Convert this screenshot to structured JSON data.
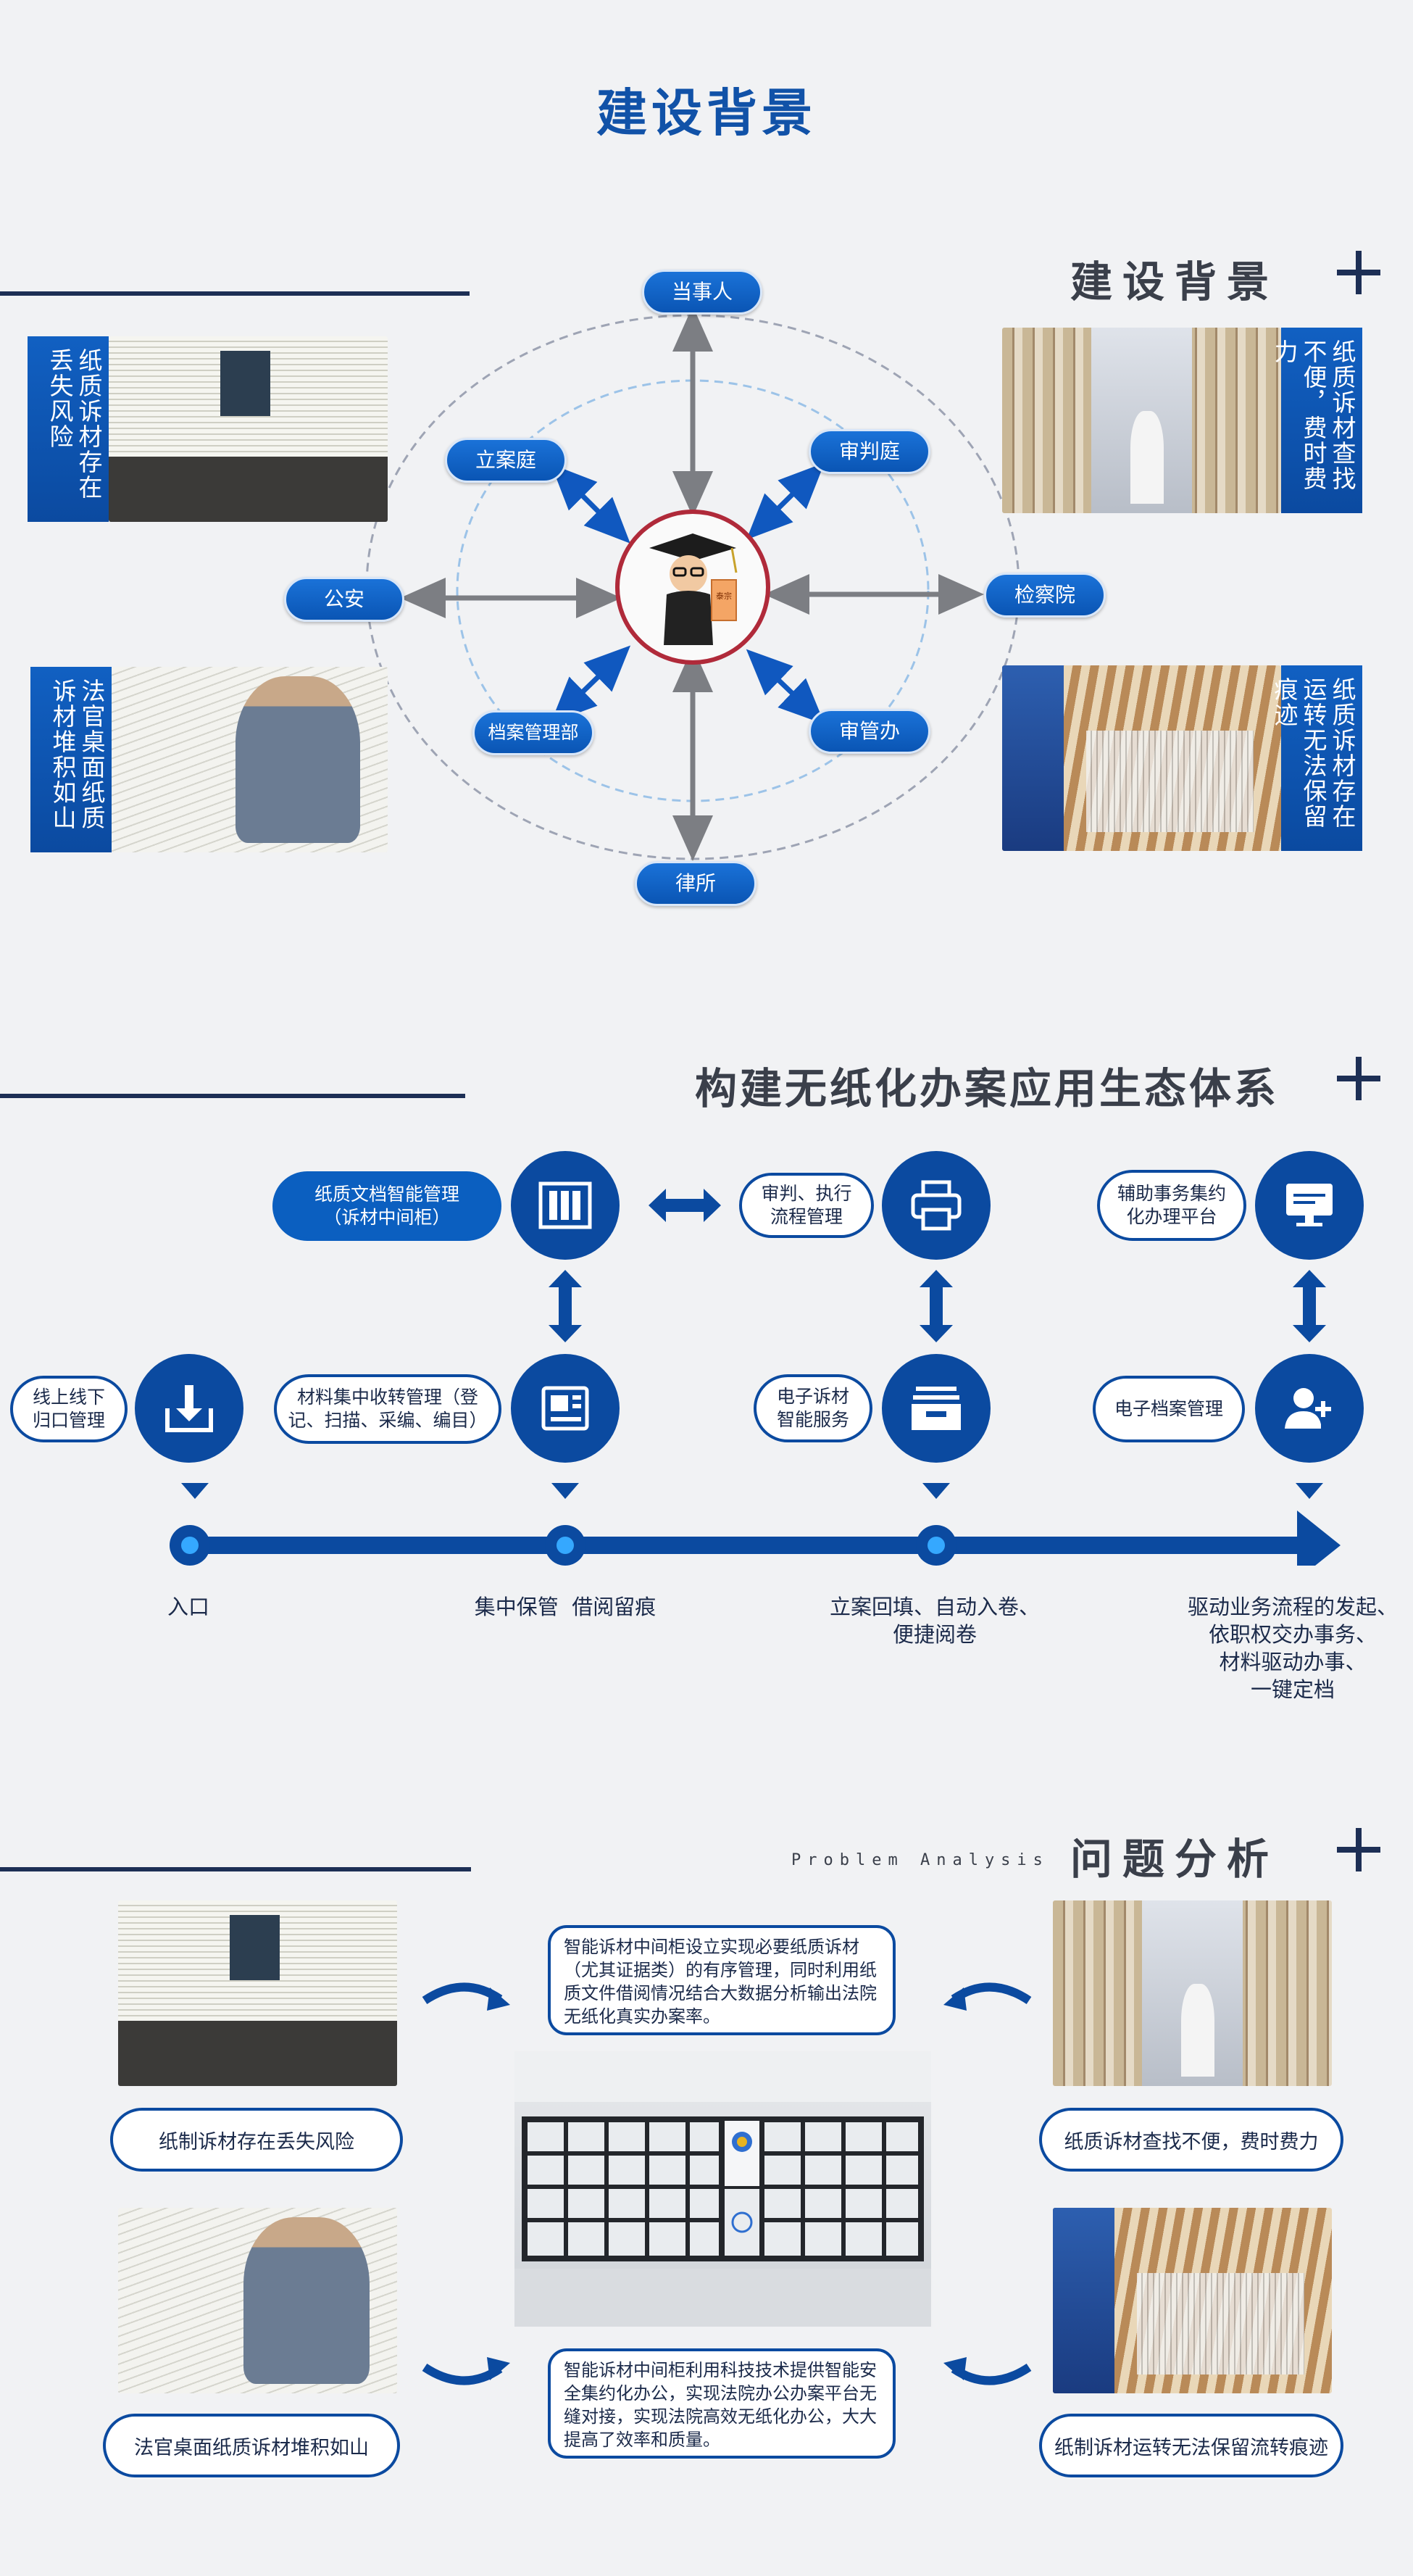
{
  "page": {
    "main_title": "建设背景"
  },
  "section1": {
    "title": "建设背景",
    "center_badge_text": "泰宗",
    "nodes": {
      "dangshiren": "当事人",
      "lianting": "立案庭",
      "shenpanting": "审判庭",
      "gongan": "公安",
      "jianchayuan": "检察院",
      "danganguanlibu": "档案管理部",
      "shenguanban": "审管办",
      "lvsuo": "律所"
    },
    "photo_labels": {
      "top_left": "纸质诉材存在丢失风险",
      "bottom_left": "法官桌面纸质诉材堆积如山",
      "top_right": "纸质诉材查找不便，费时费力",
      "bottom_right": "纸质诉材存在运转无法保留痕迹"
    }
  },
  "section2": {
    "title": "构建无纸化办案应用生态体系",
    "items": {
      "smart_archive": "纸质文档智能管理\n（诉材中间柜）",
      "trial_exec": "审判、执行\n流程管理",
      "aux_affairs": "辅助事务集约\n化办理平台",
      "online_offline": "线上线下\n归口管理",
      "material_intake": "材料集中收转管理（登\n记、扫描、采编、编目）",
      "e_material": "电子诉材\n智能服务",
      "e_archive": "电子档案管理"
    },
    "timeline": {
      "entry": "入口",
      "central": "集中保管  借阅留痕",
      "filing": "立案回填、自动入卷、\n便捷阅卷",
      "drive": "驱动业务流程的发起、\n依职权交办事务、\n材料驱动办事、\n一键定档"
    }
  },
  "section3": {
    "title": "问题分析",
    "subtitle_en": "Problem Analysis",
    "top_text": "智能诉材中间柜设立实现必要纸质诉材（尤其证据类）的有序管理，同时利用纸质文件借阅情况结合大数据分析输出法院无纸化真实办案率。",
    "bottom_text": "智能诉材中间柜利用科技技术提供智能安全集约化办公，实现法院办公办案平台无缝对接，实现法院高效无纸化办公，大大提高了效率和质量。",
    "captions": {
      "top_left": "纸制诉材存在丢失风险",
      "bottom_left": "法官桌面纸质诉材堆积如山",
      "top_right": "纸质诉材查找不便，费时费力",
      "bottom_right": "纸制诉材运转无法保留流转痕迹"
    }
  },
  "colors": {
    "brand_blue": "#0b4aa0",
    "title_blue": "#1152a8",
    "dark_navy": "#1d2f55",
    "background": "#f1f2f4"
  }
}
